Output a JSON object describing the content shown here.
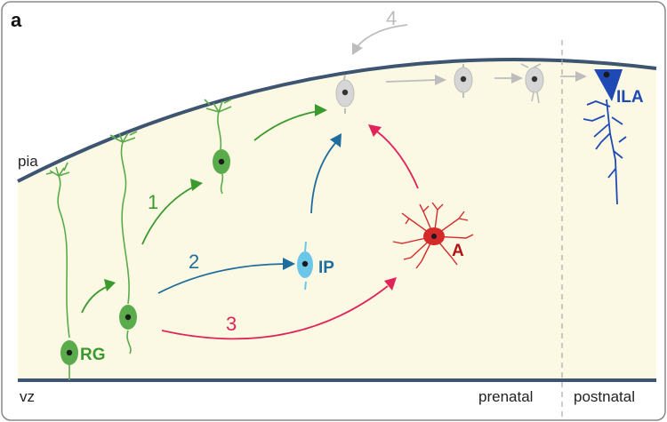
{
  "panel_label": "a",
  "labels": {
    "pia": "pia",
    "vz": "vz",
    "prenatal": "prenatal",
    "postnatal": "postnatal"
  },
  "cells": {
    "rg": "RG",
    "ip": "IP",
    "astrocyte": "A",
    "ila": "ILA"
  },
  "pathways": {
    "p1": "1",
    "p2": "2",
    "p3": "3",
    "p4": "4"
  },
  "colors": {
    "tissue": "#fbf8e3",
    "border": "#3d5570",
    "frame": "#888888",
    "rg_green": "#5aab4b",
    "arrow_green": "#3b9a2e",
    "ip_blue": "#1f6d9c",
    "ip_cell": "#6cc6ea",
    "astro_red": "#d42a2a",
    "arrow_red": "#e0245a",
    "ila_blue": "#1f49b5",
    "gray": "#bdbdbd"
  }
}
